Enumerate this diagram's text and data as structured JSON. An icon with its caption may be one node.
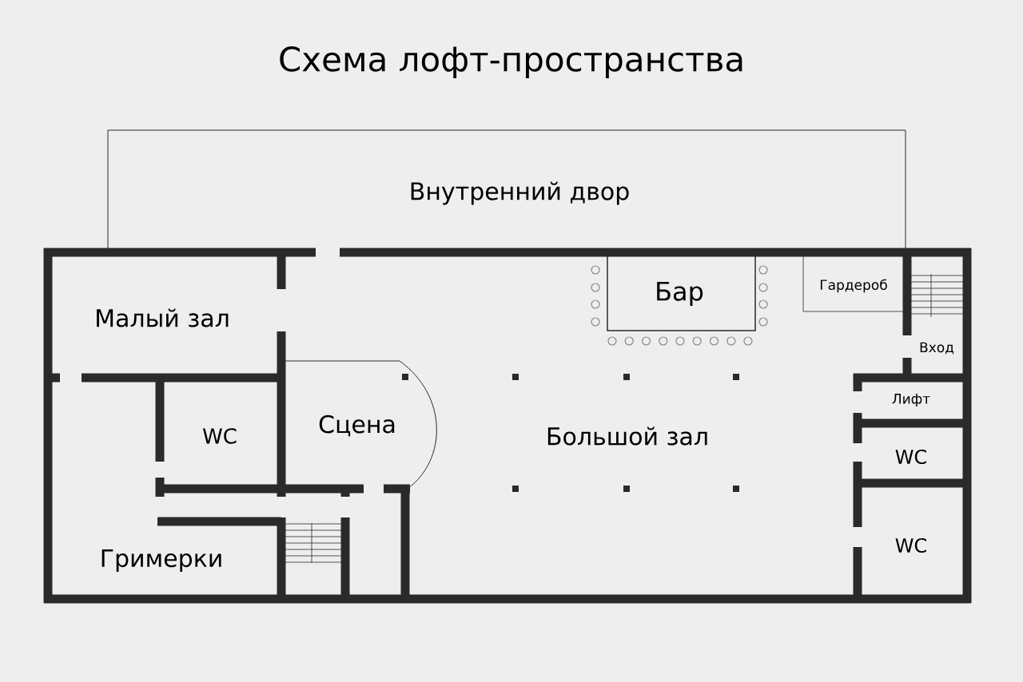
{
  "diagram": {
    "title": "Схема лофт-пространства",
    "nodes": [
      {
        "text": [
          "Внутренний двор"
        ]
      },
      {
        "text": [
          "Бар"
        ]
      },
      {
        "text": [
          "Гардероб"
        ]
      },
      {
        "text": [
          "Сцена"
        ]
      }
    ],
    "labels": [
      "Малый зал",
      "WC",
      "Большой зал",
      "Вход",
      "Лифт",
      "WC",
      "Гримерки",
      "WC"
    ]
  }
}
